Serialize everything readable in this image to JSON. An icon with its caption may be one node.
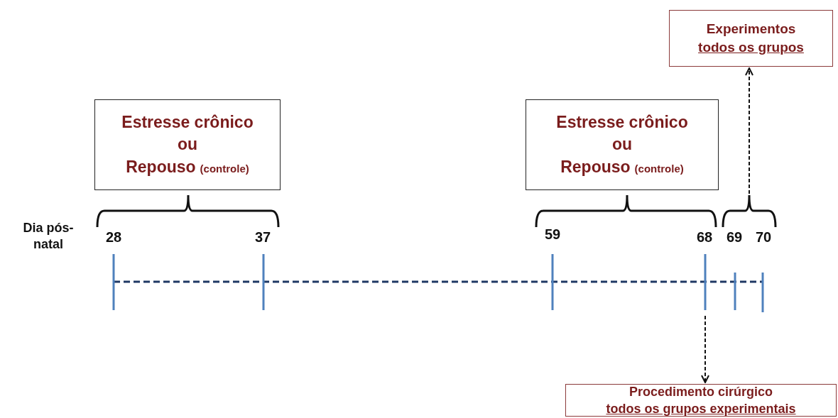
{
  "diagram": {
    "nodes": [
      {
        "text": [
          "Estresse crônico",
          "ou",
          "Repouso",
          "(controle)"
        ]
      },
      {
        "text": [
          "Estresse crônico",
          "ou",
          "Repouso",
          "(controle)"
        ]
      },
      {
        "text": [
          "Experimentos",
          "todos os grupos"
        ]
      },
      {
        "text": [
          "Procedimento cirúrgico",
          "todos os grupos experimentais"
        ]
      },
      {
        "text": [],
        "shape": "bracket"
      }
    ],
    "edges": [
      {
        "from": 4,
        "to": 2,
        "arrow": "to",
        "style": "dashed"
      },
      {
        "from": null,
        "to": 3,
        "arrow": "to",
        "style": "dashed"
      }
    ],
    "labels": [
      "Dia pós-natal",
      "28",
      "37",
      "59",
      "68",
      "69",
      "70"
    ]
  }
}
